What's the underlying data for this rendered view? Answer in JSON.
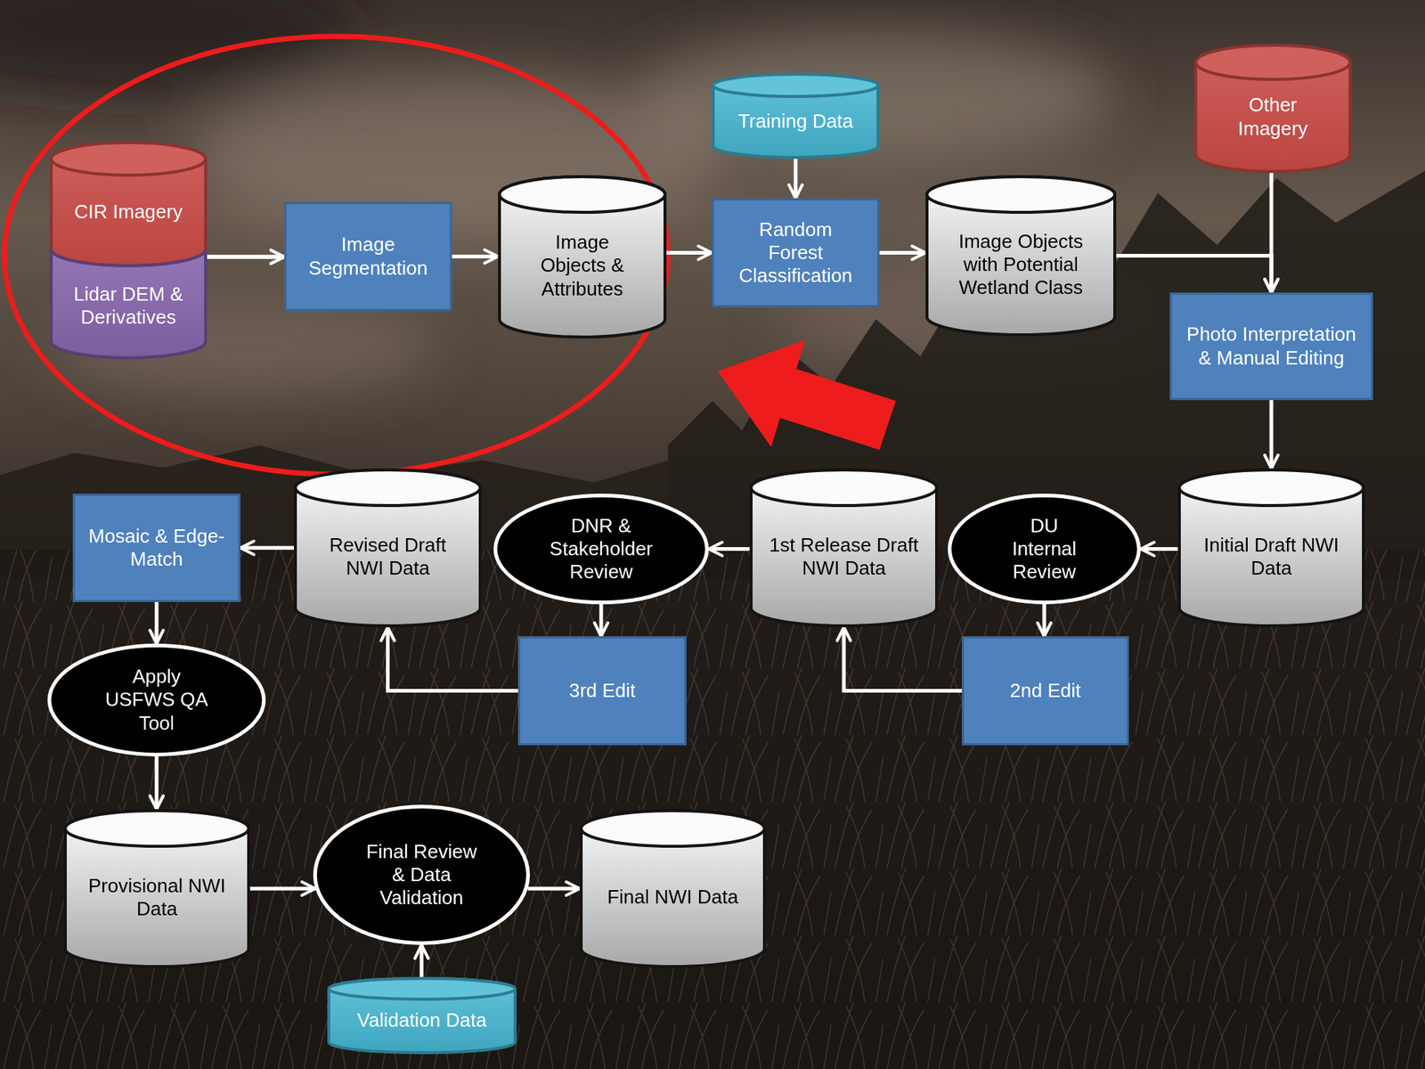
{
  "diagram": {
    "nodes": [
      {
        "text": [
          "Training Data"
        ]
      },
      {
        "text": [
          "Other Imagery"
        ]
      },
      {
        "text": [
          "CIR Imagery"
        ]
      },
      {
        "text": [
          "Lidar DEM & Derivatives"
        ]
      },
      {
        "text": [
          "Image Segmentation"
        ]
      },
      {
        "text": [
          "Image Objects & Attributes"
        ]
      },
      {
        "text": [
          "Random Forest Classification"
        ]
      },
      {
        "text": [
          "Image Objects with Potential Wetland Class"
        ]
      },
      {
        "text": [
          "Photo Interpretation & Manual Editing"
        ]
      },
      {
        "text": [
          "Mosaic & Edge-Match"
        ]
      },
      {
        "text": [
          "Revised Draft NWI Data"
        ]
      },
      {
        "text": [
          "DNR & Stakeholder Review"
        ]
      },
      {
        "text": [
          "1st Release Draft NWI Data"
        ]
      },
      {
        "text": [
          "DU Internal Review"
        ]
      },
      {
        "text": [
          "Initial Draft NWI Data"
        ]
      },
      {
        "text": [
          "3rd Edit"
        ]
      },
      {
        "text": [
          "2nd Edit"
        ]
      },
      {
        "text": [
          "Apply USFWS QA Tool"
        ]
      },
      {
        "text": [
          "Provisional NWI Data"
        ]
      },
      {
        "text": [
          "Final Review & Data Validation"
        ]
      },
      {
        "text": [
          "Final NWI Data"
        ]
      },
      {
        "text": [
          "Validation Data"
        ]
      }
    ],
    "edges": [
      {
        "from": 2,
        "to": 4,
        "arrow": "to"
      },
      {
        "from": 3,
        "to": 4,
        "arrow": "to"
      },
      {
        "from": 4,
        "to": 5,
        "arrow": "to"
      },
      {
        "from": 5,
        "to": 6,
        "arrow": "to"
      },
      {
        "from": 0,
        "to": 6,
        "arrow": "to"
      },
      {
        "from": 6,
        "to": 7,
        "arrow": "to"
      },
      {
        "from": 7,
        "to": 8,
        "arrow": "to"
      },
      {
        "from": 1,
        "to": 8,
        "arrow": "to"
      },
      {
        "from": 8,
        "to": 14,
        "arrow": "to"
      },
      {
        "from": 14,
        "to": 13,
        "arrow": "to"
      },
      {
        "from": 13,
        "to": 16,
        "arrow": "to"
      },
      {
        "from": 16,
        "to": 12,
        "arrow": "to"
      },
      {
        "from": 12,
        "to": 11,
        "arrow": "to"
      },
      {
        "from": 11,
        "to": 15,
        "arrow": "to"
      },
      {
        "from": 15,
        "to": 10,
        "arrow": "to"
      },
      {
        "from": 10,
        "to": 9,
        "arrow": "to"
      },
      {
        "from": 9,
        "to": 17,
        "arrow": "to"
      },
      {
        "from": 17,
        "to": 18,
        "arrow": "to"
      },
      {
        "from": 18,
        "to": 19,
        "arrow": "to"
      },
      {
        "from": 21,
        "to": 19,
        "arrow": "to"
      },
      {
        "from": 19,
        "to": 20,
        "arrow": "to"
      }
    ]
  }
}
